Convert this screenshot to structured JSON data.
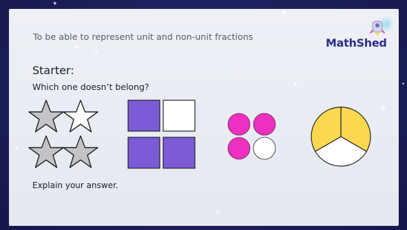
{
  "slide": {
    "objective": "To be able to represent unit and non-unit fractions",
    "logo_text": "MathShed",
    "starter_title": "Starter:",
    "question": "Which one doesn’t belong?",
    "explain_prompt": "Explain your answer."
  },
  "colors": {
    "background": "#1d1f5a",
    "slide": "#eceef5",
    "purple": "#7b5bd6",
    "magenta": "#ee2fbf",
    "yellow": "#fcd850",
    "grey_star": "#c4c4c8",
    "logo_blue": "#2a2f8a"
  },
  "options": [
    {
      "name": "stars",
      "shape": "star",
      "total": 4,
      "shaded": 3,
      "shaded_color": "#c4c4c8"
    },
    {
      "name": "squares",
      "shape": "square",
      "total": 4,
      "shaded": 3,
      "shaded_color": "#7b5bd6"
    },
    {
      "name": "circles",
      "shape": "circle",
      "total": 4,
      "shaded": 3,
      "shaded_color": "#ee2fbf"
    },
    {
      "name": "pie",
      "shape": "pie-thirds",
      "total": 3,
      "shaded": 2,
      "shaded_color": "#fcd850"
    }
  ]
}
